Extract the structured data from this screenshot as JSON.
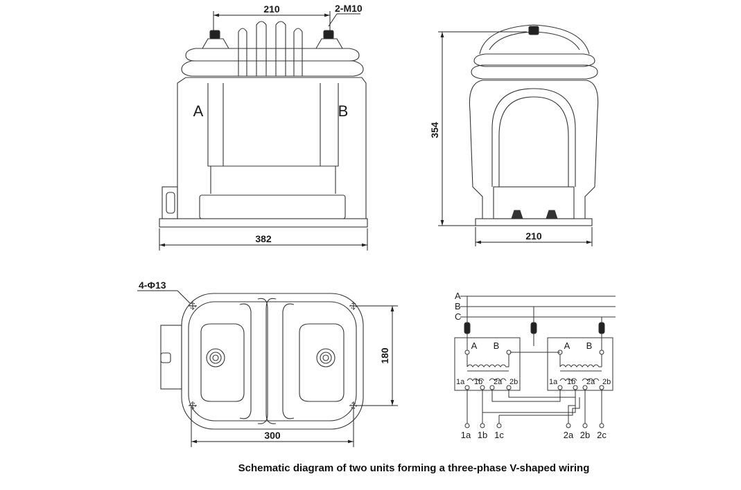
{
  "caption": "Schematic diagram of two units forming a three-phase V-shaped wiring",
  "front_view": {
    "dim_terminal_spacing": "210",
    "dim_bolt": "2-M10",
    "label_a": "A",
    "label_b": "B",
    "dim_width": "382"
  },
  "side_view": {
    "dim_height": "354",
    "dim_width": "210"
  },
  "top_view": {
    "dim_holes": "4-Φ13",
    "dim_depth": "180",
    "dim_width": "300"
  },
  "wiring": {
    "bus_labels": [
      "A",
      "B",
      "C"
    ],
    "unit_labels": [
      "A",
      "B"
    ],
    "winding_labels": [
      "1a",
      "1b",
      "2a",
      "2b"
    ],
    "output_terminals": [
      "1a",
      "1b",
      "1c",
      "2a",
      "2b",
      "2c"
    ]
  }
}
